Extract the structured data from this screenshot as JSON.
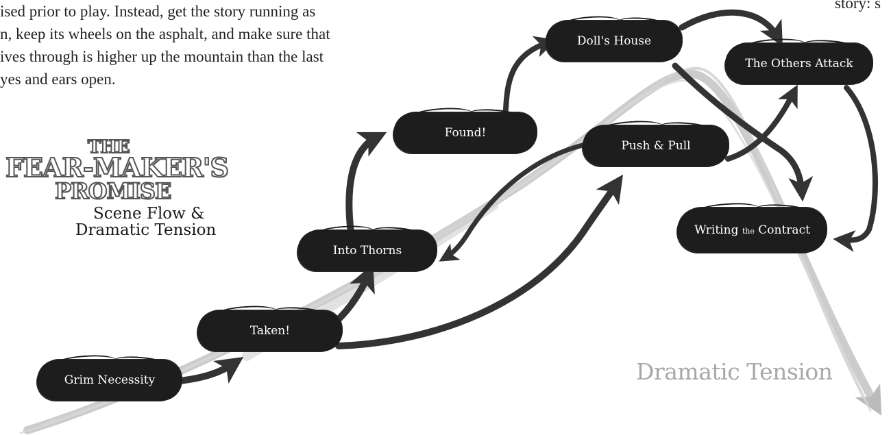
{
  "body_text": {
    "lines": [
      "ised prior to play. Instead, get the story running as",
      "n, keep its wheels on the asphalt, and make sure that",
      "ives through is higher up the mountain than the last",
      "yes and ears open."
    ],
    "corner_fragment": "story: s"
  },
  "logo": {
    "title_line1": "THE",
    "title_line2": "FEAR-MAKER'S",
    "title_line3": "PROMISE",
    "subtitle_line1": "Scene Flow &",
    "subtitle_line2": "Dramatic Tension"
  },
  "nodes": {
    "grim_necessity": "Grim Necessity",
    "taken": "Taken!",
    "into_thorns": "Into Thorns",
    "found": "Found!",
    "dolls_house": "Doll's House",
    "push_pull": "Push & Pull",
    "others_attack": "The Others Attack",
    "writing_contract_word1": "Writing",
    "writing_contract_the": "the",
    "writing_contract_word2": "Contract"
  },
  "tension_curve": {
    "label": "Dramatic Tension"
  },
  "colors": {
    "node_fill": "#1d1d1d",
    "flow_arrow": "#3a3a3a",
    "tension_curve": "#b8b8b8",
    "tension_label": "#a8a8a8"
  }
}
